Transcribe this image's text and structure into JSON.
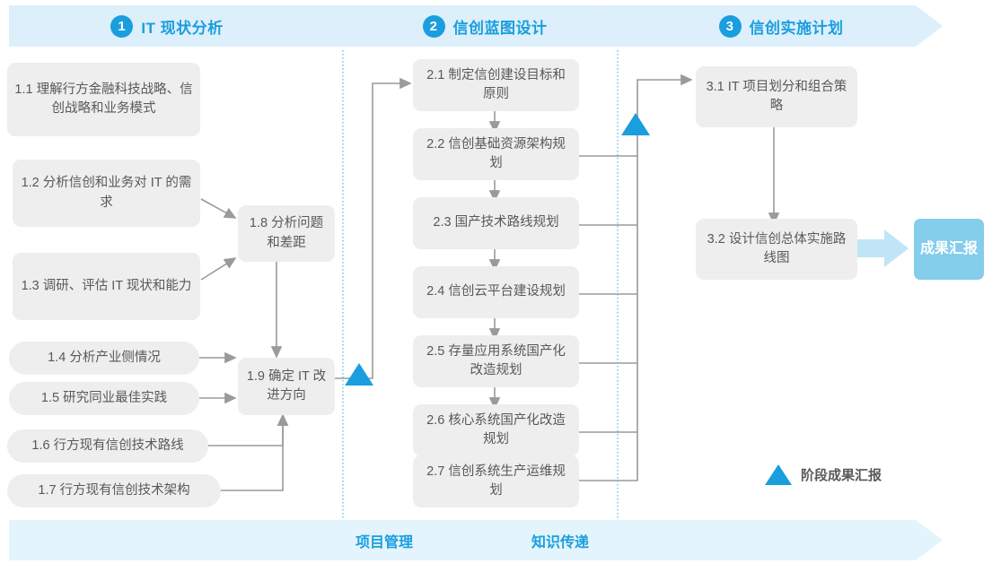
{
  "header": {
    "phases": [
      {
        "num": "1",
        "title": "IT 现状分析"
      },
      {
        "num": "2",
        "title": "信创蓝图设计"
      },
      {
        "num": "3",
        "title": "信创实施计划"
      }
    ]
  },
  "phase1_nodes": [
    {
      "id": "1.1",
      "text": "1.1 理解行方金融科技战略、信创战略和业务模式"
    },
    {
      "id": "1.2",
      "text": "1.2 分析信创和业务对 IT 的需求"
    },
    {
      "id": "1.3",
      "text": "1.3 调研、评估 IT 现状和能力"
    },
    {
      "id": "1.4",
      "text": "1.4 分析产业侧情况"
    },
    {
      "id": "1.5",
      "text": "1.5 研究同业最佳实践"
    },
    {
      "id": "1.6",
      "text": "1.6 行方现有信创技术路线"
    },
    {
      "id": "1.7",
      "text": "1.7 行方现有信创技术架构"
    },
    {
      "id": "1.8",
      "text": "1.8 分析问题和差距"
    },
    {
      "id": "1.9",
      "text": "1.9 确定 IT 改进方向"
    }
  ],
  "phase2_nodes": [
    {
      "id": "2.1",
      "text": "2.1 制定信创建设目标和原则"
    },
    {
      "id": "2.2",
      "text": "2.2 信创基础资源架构规划"
    },
    {
      "id": "2.3",
      "text": "2.3 国产技术路线规划"
    },
    {
      "id": "2.4",
      "text": "2.4 信创云平台建设规划"
    },
    {
      "id": "2.5",
      "text": "2.5 存量应用系统国产化改造规划"
    },
    {
      "id": "2.6",
      "text": "2.6 核心系统国产化改造规划"
    },
    {
      "id": "2.7",
      "text": "2.7 信创系统生产运维规划"
    }
  ],
  "phase3_nodes": [
    {
      "id": "3.1",
      "text": "3.1 IT 项目划分和组合策略"
    },
    {
      "id": "3.2",
      "text": "3.2 设计信创总体实施路线图"
    }
  ],
  "result_badge": {
    "text": "成果汇报"
  },
  "legend": {
    "label": "阶段成果汇报",
    "icon": "triangle-marker-icon"
  },
  "bottom_band": {
    "labels": [
      {
        "text": "项目管理"
      },
      {
        "text": "知识传递"
      }
    ]
  },
  "colors": {
    "accent": "#1a9ede",
    "header_bg": "#ddeffb",
    "band_bg": "#e3f4fc",
    "node_bg": "#eeeeee",
    "node_text": "#595959",
    "badge_bg": "#84cdeb",
    "wire": "#9a9a9a",
    "divider": "#56c4ec"
  }
}
